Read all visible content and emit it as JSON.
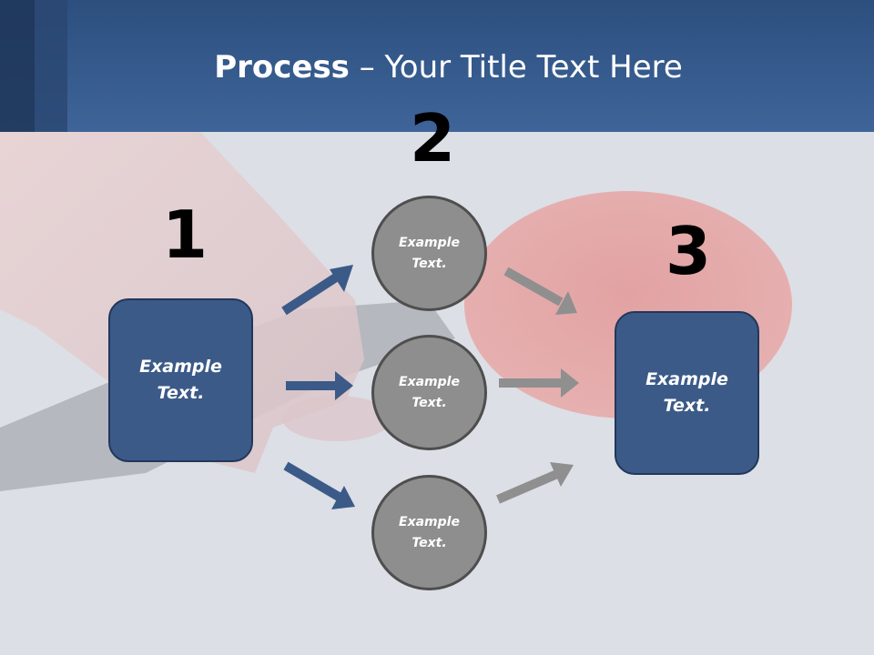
{
  "title": {
    "bold": "Process",
    "rest": " – Your Title Text Here"
  },
  "steps": [
    {
      "number": "1",
      "text": "Example Text."
    },
    {
      "number": "2"
    },
    {
      "number": "3",
      "text": "Example Text."
    }
  ],
  "circles": [
    {
      "text": "Example Text."
    },
    {
      "text": "Example Text."
    },
    {
      "text": "Example Text."
    }
  ],
  "colors": {
    "header": "#3a5f93",
    "box_fill": "#3b5a88",
    "circle_fill": "#8e8e8e",
    "blue_arrow": "#3b5a88",
    "gray_arrow": "#8f8f8f"
  }
}
